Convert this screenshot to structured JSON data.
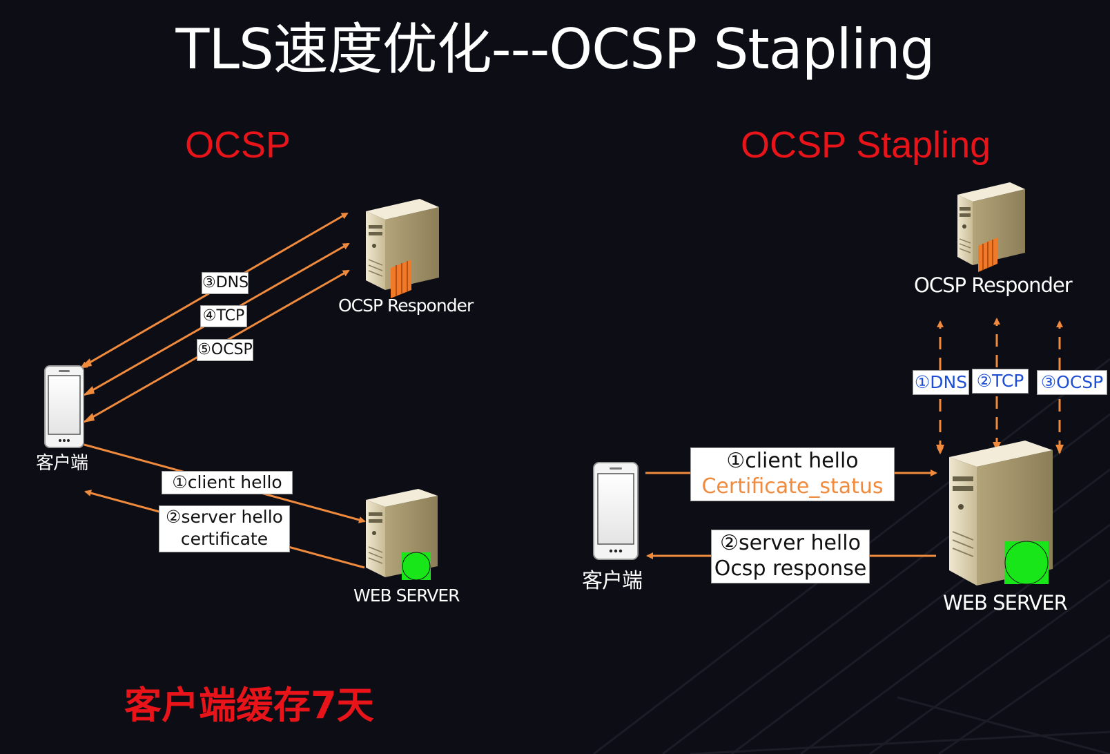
{
  "title": "TLS速度优化---OCSP Stapling",
  "left": {
    "heading": "OCSP",
    "client_label": "客户端",
    "responder_label": "OCSP Responder",
    "server_label": "WEB SERVER",
    "steps": {
      "dns": "③DNS",
      "tcp": "④TCP",
      "ocsp": "⑤OCSP",
      "client_hello": "①client hello",
      "server_hello": "②server hello",
      "certificate": "certificate"
    },
    "note": "客户端缓存7天"
  },
  "right": {
    "heading": "OCSP Stapling",
    "client_label": "客户端",
    "responder_label": "OCSP Responder",
    "server_label": "WEB SERVER",
    "steps": {
      "dns": "①DNS",
      "tcp": "②TCP",
      "ocsp": "③OCSP",
      "client_hello": "①client hello",
      "certificate_status": "Certificate_status",
      "server_hello": "②server hello",
      "ocsp_response": "Ocsp response"
    }
  },
  "colors": {
    "background": "#0d0d16",
    "arrow": "#f08a3c",
    "heading": "#e8141a",
    "status_light": "#19e619",
    "step_text_blue": "#1c4fd6"
  },
  "icons": {
    "client": "smartphone-icon",
    "server": "server-tower-icon"
  }
}
